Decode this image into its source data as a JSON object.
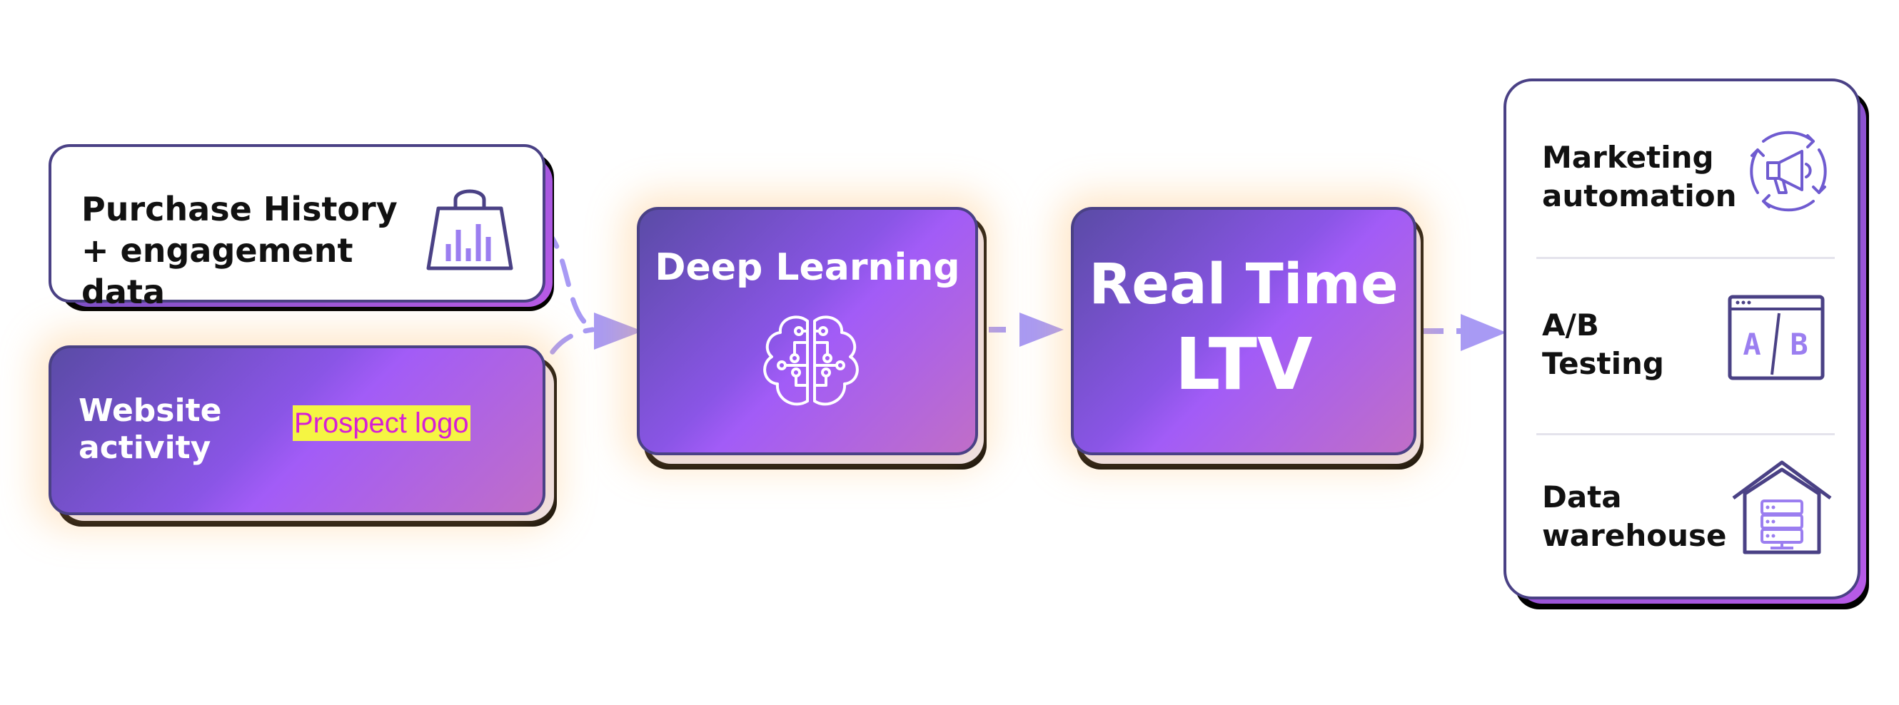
{
  "inputs": {
    "purchase_history": "Purchase History + engagement data",
    "website_activity": "Website activity",
    "prospect_logo": "Prospect logo"
  },
  "model": {
    "label": "Deep Learning"
  },
  "output": {
    "line1": "Real Time",
    "line2": "LTV"
  },
  "destinations": [
    {
      "label": "Marketing automation",
      "icon": "megaphone-cycle-icon"
    },
    {
      "label": "A/B Testing",
      "icon": "ab-testing-icon"
    },
    {
      "label": "Data warehouse",
      "icon": "data-warehouse-icon"
    }
  ],
  "colors": {
    "border": "#4a4185",
    "gradient_start": "#5a4ba6",
    "gradient_mid": "#a25cf7",
    "gradient_end": "#c06ec7",
    "arrow": "#a89af4",
    "icon_stroke": "#6f5bd0",
    "logo_highlight": "#f5f542",
    "logo_text": "#d61fd6"
  }
}
